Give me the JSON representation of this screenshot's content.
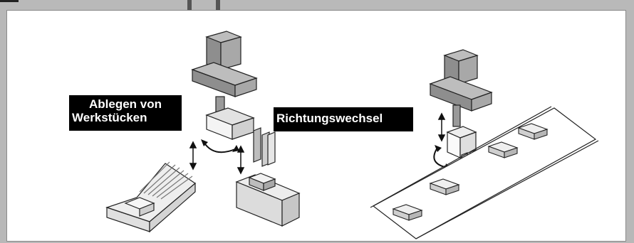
{
  "labels": {
    "placing_line1": "Ablegen von",
    "placing_line2": "Werkstücken",
    "direction_change": "Richtungswechsel"
  },
  "colors": {
    "frame": "#b8b8b8",
    "panel": "#ffffff",
    "label_bg": "#000000",
    "label_text": "#ffffff",
    "robot_gray": "#9a9a9a",
    "robot_light": "#c8c8c8"
  },
  "icons": [
    "up-down-arrow-icon",
    "rotate-arrow-icon"
  ]
}
